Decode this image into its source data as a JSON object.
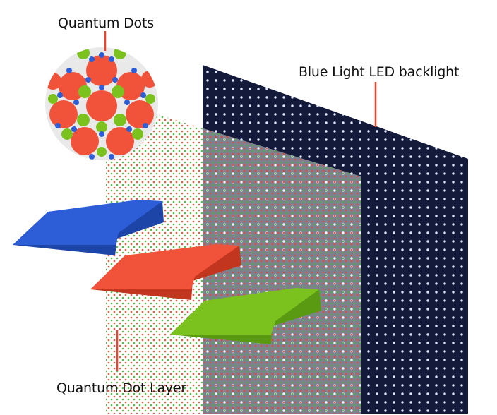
{
  "labels": {
    "quantum_dots": "Quantum Dots",
    "backlight": "Blue Light LED backlight",
    "dot_layer": "Quantum Dot Layer"
  },
  "colors": {
    "red": "#f0533a",
    "green": "#7cc21f",
    "blue": "#2d5ed8",
    "backlight_bg": "#131a3a",
    "backlight_dot": "#dfe6ff",
    "callout_line": "#e8452c",
    "circle_bg": "#e9e9e9"
  }
}
